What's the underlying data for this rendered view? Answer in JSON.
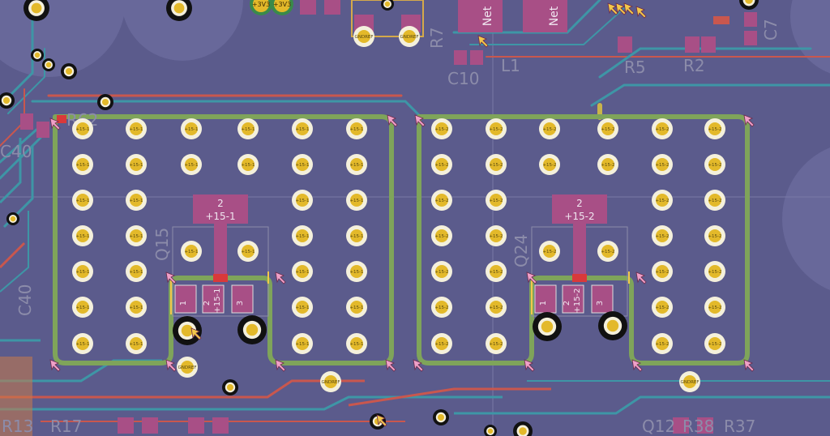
{
  "colors": {
    "board_bg": "#5b5b8c",
    "pad_white": "#f4f0dc",
    "pad_gold": "#e3b92a",
    "zone_outline": "#7fa45a",
    "copper_red": "#c9574e",
    "copper_cyan": "#3e96a6",
    "copper_orange": "#d4703a",
    "pad_magenta": "#a84f86",
    "silk_grey": "#8c8caa",
    "marker_pink": "#f0a0c8",
    "marker_yellow": "#f2c84a"
  },
  "via_net_left": "+15-1",
  "via_net_right": "+15-2",
  "gnd_via_label": "GNDREF",
  "pwr_via_label": "+3V3",
  "left_transistor": {
    "ref": "Q15",
    "tab_pad_number": "2",
    "tab_pad_net": "+15-1",
    "pins": [
      {
        "num": "1",
        "net": ""
      },
      {
        "num": "2",
        "net": "+15-1"
      },
      {
        "num": "3",
        "net": ""
      }
    ]
  },
  "right_transistor": {
    "ref": "Q24",
    "tab_pad_number": "2",
    "tab_pad_net": "+15-2",
    "pins": [
      {
        "num": "1",
        "net": ""
      },
      {
        "num": "2",
        "net": "+15-2"
      },
      {
        "num": "3",
        "net": ""
      }
    ]
  },
  "net_pads": [
    {
      "name": "net-pad-a",
      "text": "Net"
    },
    {
      "name": "net-pad-b",
      "text": "Net"
    }
  ],
  "designators": {
    "c10": "C10",
    "l1": "L1",
    "r5": "R5",
    "r2": "R2",
    "c7": "C7",
    "r7": "R7",
    "c40": "C40",
    "c40b": "C40",
    "r13": "R13",
    "r17": "R17",
    "q12": "Q12",
    "r38": "R38",
    "r37": "R37",
    "r62": "R62"
  }
}
